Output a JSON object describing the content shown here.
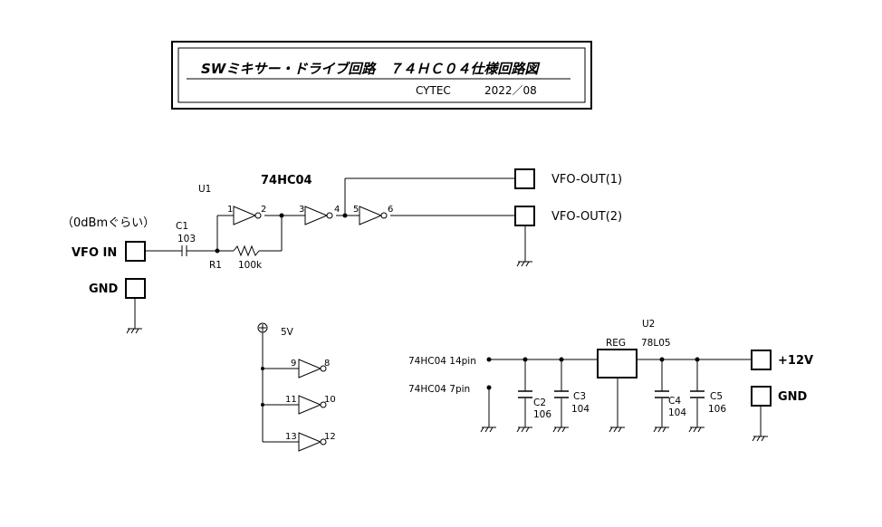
{
  "title": {
    "main": "SWミキサー・ドライブ回路　７４ＨＣ０４仕様回路図",
    "author": "CYTEC",
    "date": "2022／08"
  },
  "parts": {
    "u1_ref": "U1",
    "u1_value": "74HC04",
    "c1_ref": "C1",
    "c1_value": "103",
    "r1_ref": "R1",
    "r1_value": "100k",
    "u2_ref": "U2",
    "u2_value": "78L05",
    "reg_label": "REG",
    "c2_ref": "C2",
    "c2_value": "106",
    "c3_ref": "C3",
    "c3_value": "104",
    "c4_ref": "C4",
    "c4_value": "104",
    "c5_ref": "C5",
    "c5_value": "106"
  },
  "ports": {
    "input_level": "（0dBmぐらい）",
    "vfo_in": "VFO IN",
    "gnd_left": "GND",
    "vfo_out1": "VFO-OUT(1)",
    "vfo_out2": "VFO-OUT(2)",
    "plus12v": "+12V",
    "gnd_right": "GND",
    "vcc_label": "5V",
    "hc04_14pin": "74HC04 14pin",
    "hc04_7pin": "74HC04  7pin"
  },
  "pins": [
    "1",
    "2",
    "3",
    "4",
    "5",
    "6",
    "9",
    "8",
    "11",
    "10",
    "13",
    "12"
  ]
}
